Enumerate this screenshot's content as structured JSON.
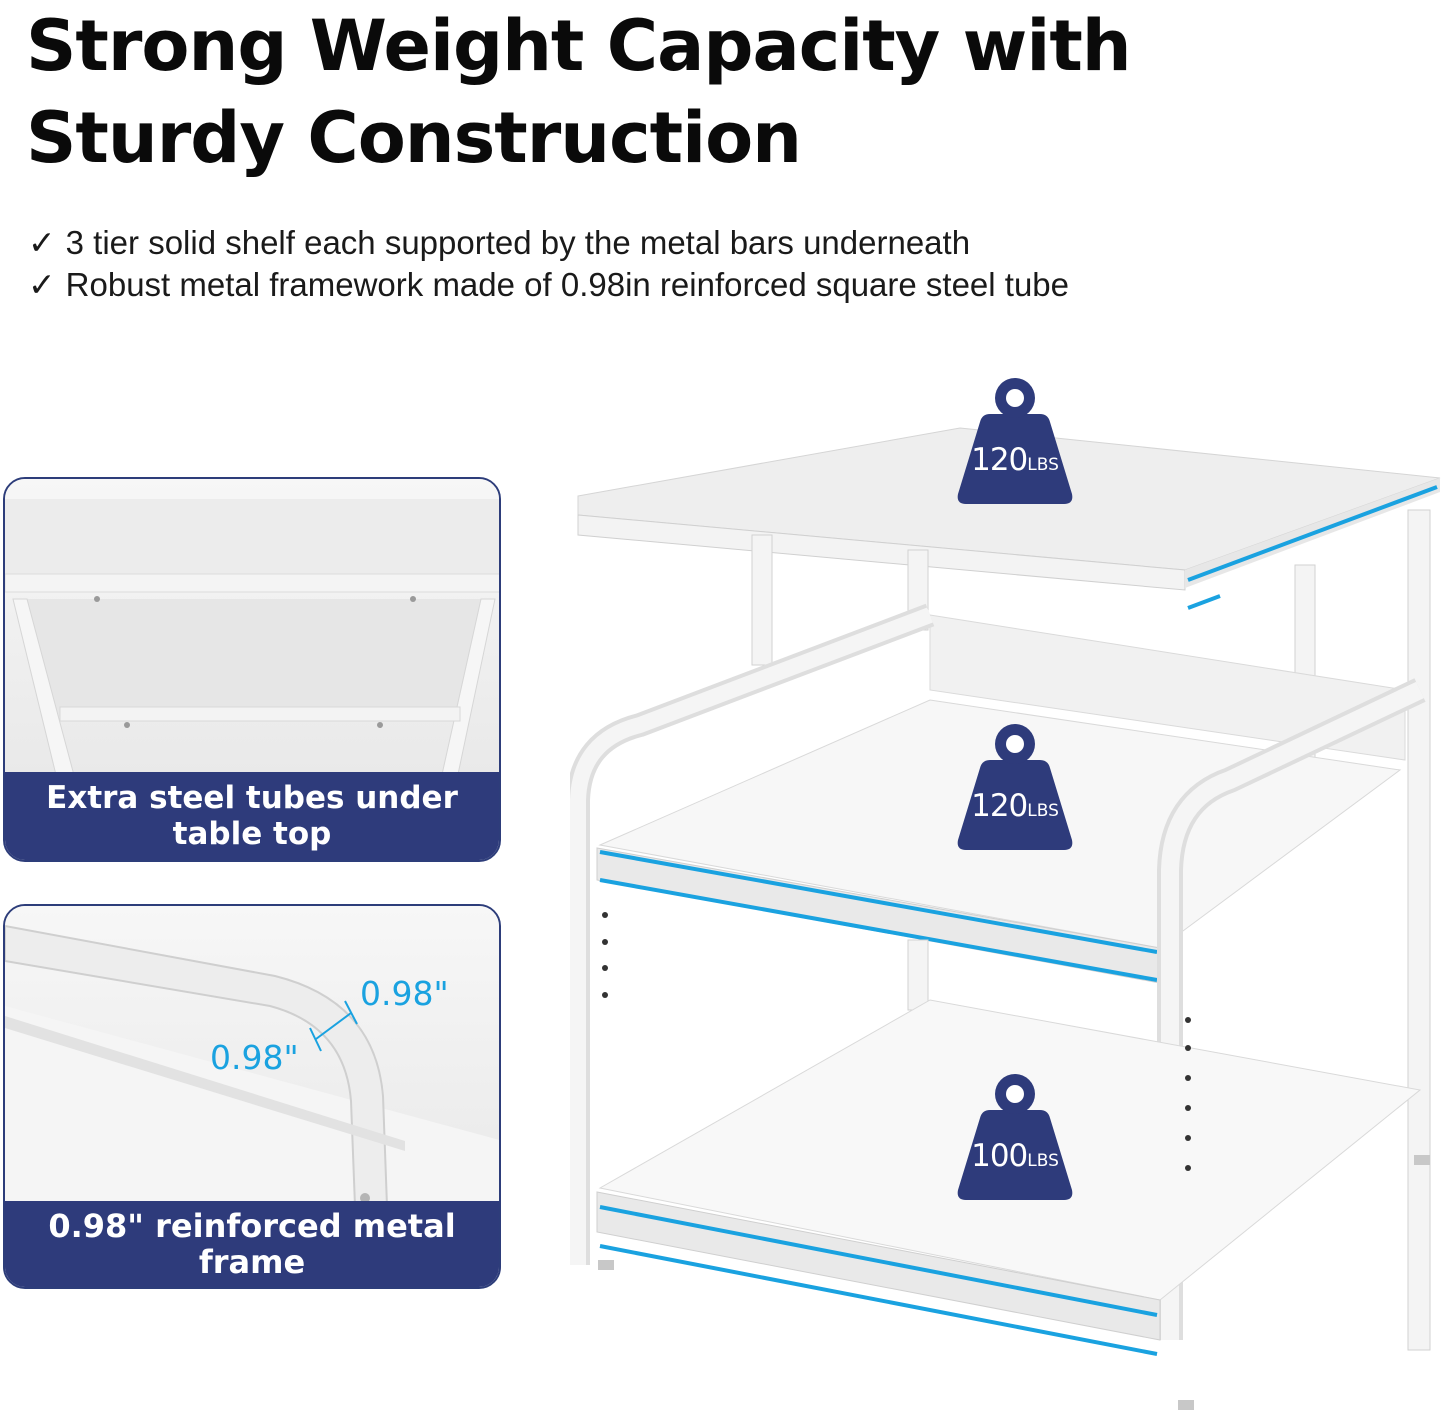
{
  "header": {
    "title_line1": "Strong Weight Capacity with",
    "title_line2": "Sturdy Construction"
  },
  "bullets": [
    {
      "icon": "check-icon",
      "symbol": "✓",
      "text": "3 tier solid shelf each supported by the metal bars underneath"
    },
    {
      "icon": "check-icon",
      "symbol": "✓",
      "text": "Robust metal framework made of 0.98in reinforced square steel tube"
    }
  ],
  "callouts": [
    {
      "caption": "Extra steel tubes under table top"
    },
    {
      "caption": "0.98\" reinforced metal frame",
      "dimension_labels": [
        "0.98\"",
        "0.98\""
      ]
    }
  ],
  "weights": [
    {
      "tier": "top",
      "value": "120",
      "unit": "LBS"
    },
    {
      "tier": "middle",
      "value": "120",
      "unit": "LBS"
    },
    {
      "tier": "bottom",
      "value": "100",
      "unit": "LBS"
    }
  ],
  "colors": {
    "navy": "#2e3b7b",
    "highlight_blue": "#1aa2e0",
    "frame_white": "#f1f1f1"
  }
}
